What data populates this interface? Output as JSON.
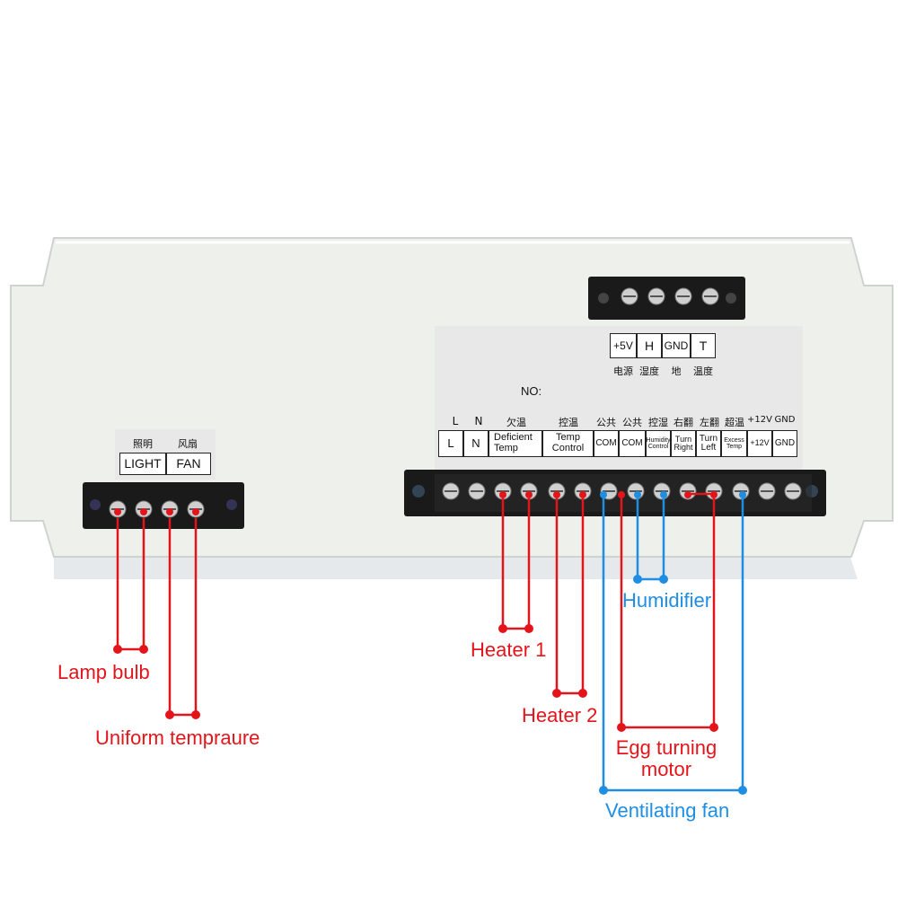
{
  "colors": {
    "red": "#e4141b",
    "blue": "#1e8ee3",
    "panel": "#eef0ec",
    "terminal": "#1a1a1a"
  },
  "sensor_block": {
    "labels": [
      "+5V",
      "H",
      "GND",
      "T"
    ],
    "chinese": [
      "电源",
      "湿度",
      "地",
      "温度"
    ],
    "no_label": "NO:"
  },
  "main_block": {
    "top_letters": [
      "L",
      "N",
      "欠温",
      "控温",
      "公共",
      "公共",
      "控湿",
      "右翻",
      "左翻",
      "超温",
      "+12V",
      "GND"
    ],
    "cells": [
      "L",
      "N",
      "Deficient Temp",
      "Temp Control",
      "COM",
      "COM",
      "Humidity Control",
      "Turn Right",
      "Turn Left",
      "Excess Temp",
      "+12V",
      "GND"
    ]
  },
  "left_block": {
    "chinese": [
      "照明",
      "风扇"
    ],
    "cells": [
      "LIGHT",
      "FAN"
    ]
  },
  "callouts": {
    "lamp": "Lamp bulb",
    "uniform": "Uniform tempraure",
    "heater1": "Heater 1",
    "heater2": "Heater 2",
    "humidifier": "Humidifier",
    "egg_line1": "Egg turning",
    "egg_line2": "motor",
    "fan": "Ventilating fan"
  }
}
